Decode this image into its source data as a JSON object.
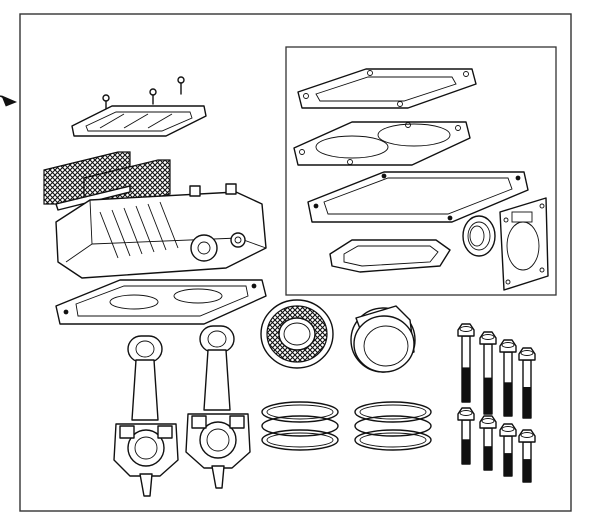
{
  "figure": {
    "kind": "exploded-parts-diagram",
    "line_color": "#111111",
    "background": "#ffffff",
    "parts": [
      "cylinder-head-cover",
      "valve-plate-with-reeds",
      "cylinder-head",
      "valve-plate-assembly",
      "connecting-rod-1",
      "connecting-rod-2",
      "bearing-roller-cage",
      "piston",
      "piston-rings-1",
      "piston-rings-2",
      "bolt-set",
      "gasket-set"
    ],
    "inset": {
      "parts": [
        "top-gasket",
        "head-gasket",
        "base-gasket",
        "round-gasket",
        "oil-seal",
        "cover-gasket"
      ]
    }
  }
}
